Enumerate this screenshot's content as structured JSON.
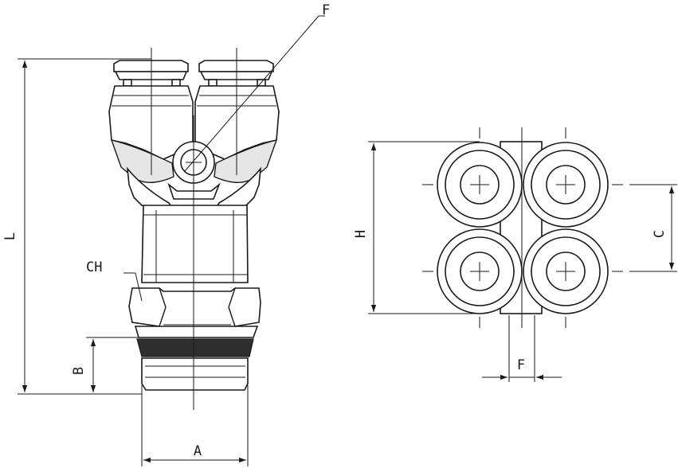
{
  "labels": {
    "F_top": "F",
    "L": "L",
    "CH": "CH",
    "B": "B",
    "A": "A",
    "H": "H",
    "C": "C",
    "F_bottom": "F"
  },
  "colors": {
    "line": "#1a1a1a",
    "seal": "#2e2e2e",
    "background": "#ffffff"
  }
}
